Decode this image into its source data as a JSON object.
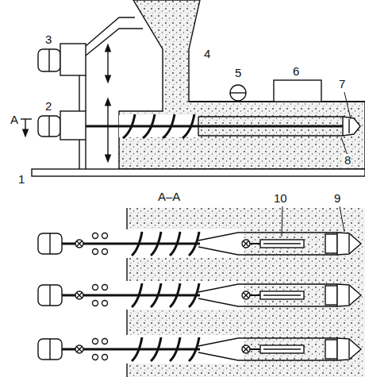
{
  "diagram": {
    "labels": [
      "3",
      "4",
      "5",
      "6",
      "2",
      "7",
      "A",
      "8",
      "1",
      "A–A",
      "10",
      "9"
    ]
  }
}
